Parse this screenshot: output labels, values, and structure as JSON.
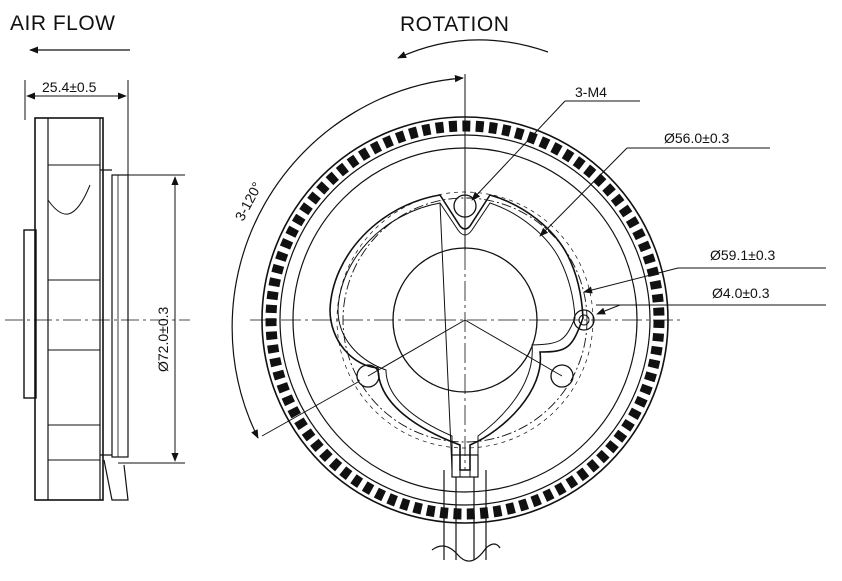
{
  "headings": {
    "air_flow": "AIR FLOW",
    "rotation": "ROTATION"
  },
  "dimensions": {
    "thickness": "25.4±0.5",
    "outer_diameter": "Ø72.0±0.3",
    "angle": "3-120°",
    "screw": "3-M4",
    "d56": "Ø56.0±0.3",
    "d59": "Ø59.1±0.3",
    "d4": "Ø4.0±0.3"
  },
  "colors": {
    "line": "#111111",
    "background": "#ffffff"
  }
}
